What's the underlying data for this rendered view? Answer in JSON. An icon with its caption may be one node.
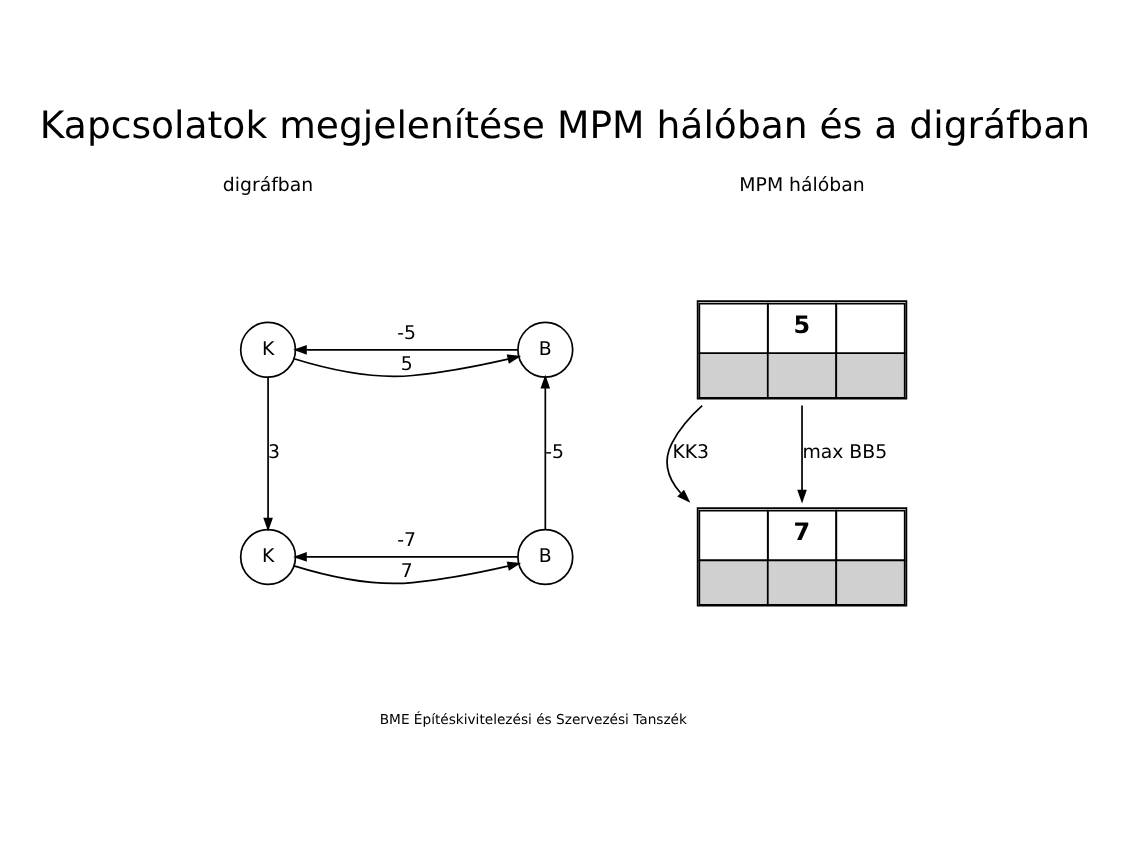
{
  "diagram": {
    "title": "Kapcsolatok megjelenítése MPM hálóban és a digráfban",
    "nodes": [
      {
        "text": [
          "5"
        ]
      },
      {
        "text": [
          "7"
        ]
      },
      {
        "text": [
          "K"
        ]
      },
      {
        "text": [
          "B"
        ]
      },
      {
        "text": [
          "K"
        ]
      },
      {
        "text": [
          "B"
        ]
      }
    ],
    "edges": [
      {
        "from": 0,
        "to": 1,
        "arrow": "to",
        "label": "KK3"
      },
      {
        "from": 0,
        "to": 1,
        "arrow": "to",
        "label": "max BB5"
      },
      {
        "from": 2,
        "to": 3,
        "arrow": "to",
        "label": "5"
      },
      {
        "from": 3,
        "to": 2,
        "arrow": "to",
        "label": "-5"
      },
      {
        "from": 2,
        "to": 4,
        "arrow": "to",
        "label": "3"
      },
      {
        "from": 4,
        "to": 5,
        "arrow": "to",
        "label": "7"
      },
      {
        "from": 5,
        "to": 4,
        "arrow": "to",
        "label": "-7"
      },
      {
        "from": 5,
        "to": 3,
        "arrow": "to",
        "label": "-5"
      }
    ],
    "labels": [
      "MPM hálóban",
      "digráfban",
      "BME Építéskivitelezési és Szervezési Tanszék"
    ]
  }
}
